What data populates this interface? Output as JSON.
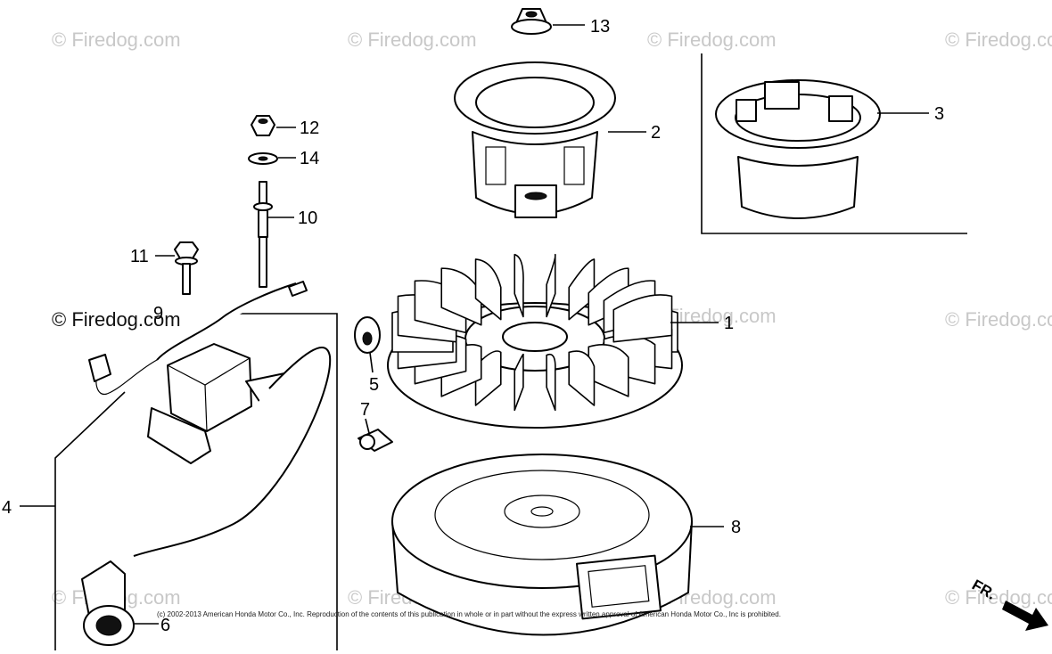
{
  "watermark": {
    "text": "© Firedog.com"
  },
  "copyright": "(c) 2002-2013 American Honda Motor Co., Inc. Reproduction of the contents of this publication in whole or in part without the express written approval of American Honda Motor Co., Inc is prohibited.",
  "direction_label": "FR.",
  "callouts": {
    "c1": "1",
    "c2": "2",
    "c3": "3",
    "c4": "4",
    "c5": "5",
    "c6": "6",
    "c7": "7",
    "c8": "8",
    "c9": "9",
    "c10": "10",
    "c11": "11",
    "c12": "12",
    "c13": "13",
    "c14": "14"
  },
  "parts": [
    {
      "ref": "1",
      "name": "flywheel"
    },
    {
      "ref": "2",
      "name": "starter-pulley-cup"
    },
    {
      "ref": "3",
      "name": "starter-pulley-cup-alternate"
    },
    {
      "ref": "4",
      "name": "ignition-coil-assembly"
    },
    {
      "ref": "5",
      "name": "flywheel-key"
    },
    {
      "ref": "6",
      "name": "spark-plug-cap"
    },
    {
      "ref": "7",
      "name": "clip"
    },
    {
      "ref": "8",
      "name": "flywheel-cover"
    },
    {
      "ref": "9",
      "name": "stop-wire"
    },
    {
      "ref": "10",
      "name": "stud-bolt"
    },
    {
      "ref": "11",
      "name": "flange-bolt"
    },
    {
      "ref": "12",
      "name": "flange-nut"
    },
    {
      "ref": "13",
      "name": "flywheel-nut"
    },
    {
      "ref": "14",
      "name": "washer"
    }
  ]
}
